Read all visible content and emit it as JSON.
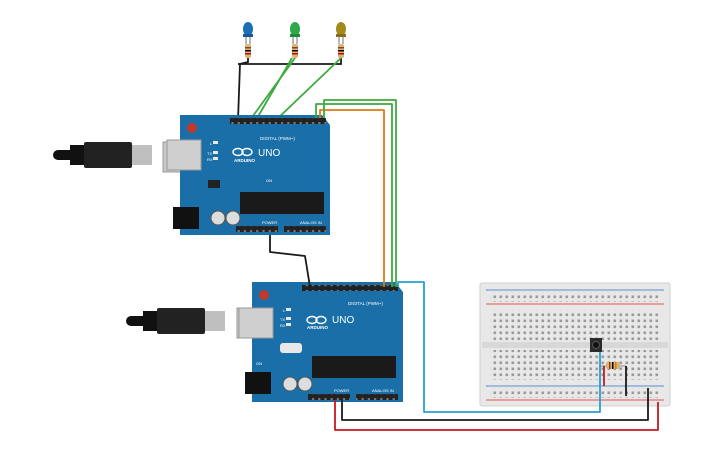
{
  "boards": [
    {
      "id": "top",
      "logo": "ARDUINO",
      "model": "UNO",
      "digital_label": "DIGITAL (PWM~)",
      "power_label": "POWER",
      "analog_label": "ANALOG IN",
      "led_labels": [
        "L",
        "TX",
        "RX"
      ],
      "on_label": "ON"
    },
    {
      "id": "bottom",
      "logo": "ARDUINO",
      "model": "UNO",
      "digital_label": "DIGITAL (PWM~)",
      "power_label": "POWER",
      "analog_label": "ANALOG IN",
      "led_labels": [
        "L",
        "TX",
        "RX"
      ],
      "on_label": "ON"
    }
  ],
  "leds": [
    {
      "name": "led-blue",
      "color": "#1a6fb5"
    },
    {
      "name": "led-green",
      "color": "#2fa84a"
    },
    {
      "name": "led-yellow",
      "color": "#a38a1d"
    }
  ],
  "wire_colors": {
    "black": "#1a1a1a",
    "green": "#3daa3d",
    "orange": "#e07b12",
    "blue": "#2a9fd0",
    "red": "#c8171e"
  },
  "board_color": "#1b6fa8",
  "breadboard_color": "#e8e8e8"
}
